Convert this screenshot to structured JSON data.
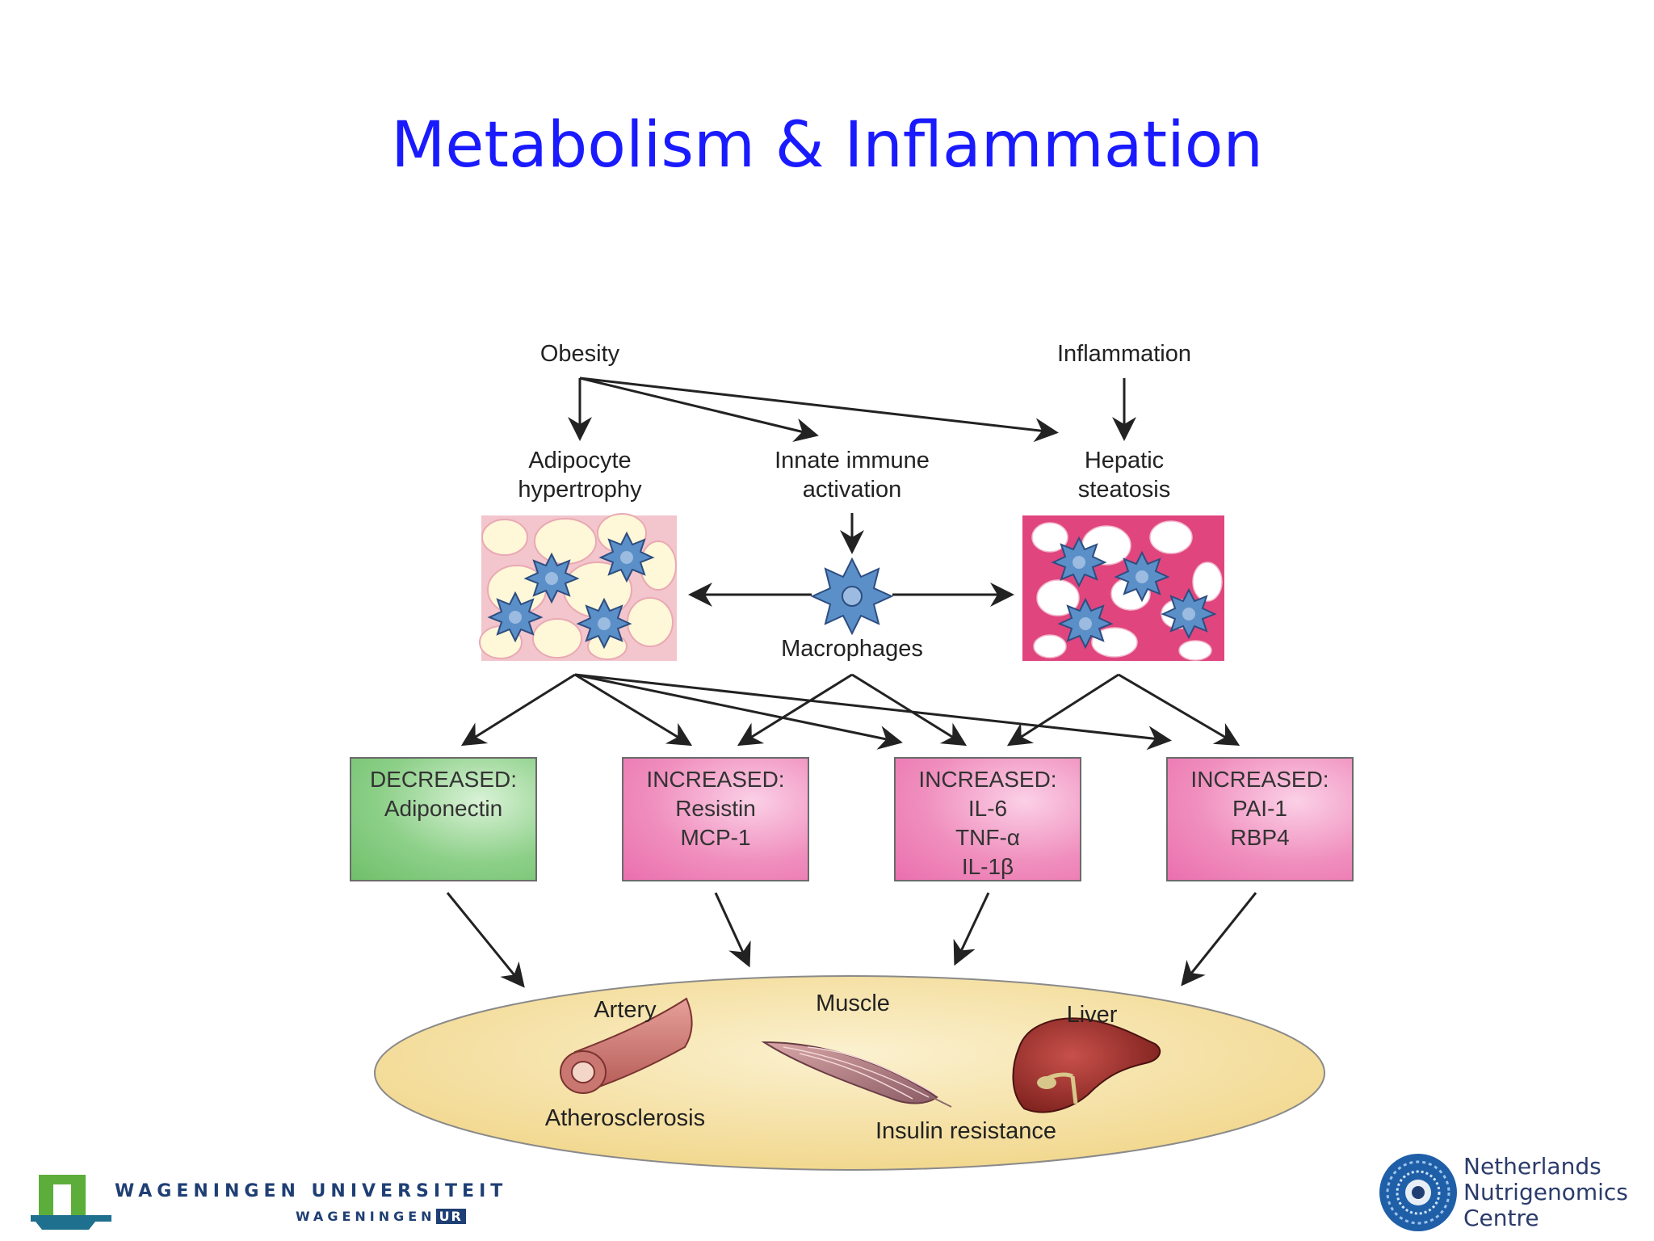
{
  "slide": {
    "title": "Metabolism & Inflammation"
  },
  "diagram": {
    "top_causes": {
      "obesity": "Obesity",
      "inflammation": "Inflammation"
    },
    "middle": {
      "adipocyte": [
        "Adipocyte",
        "hypertrophy"
      ],
      "innate": [
        "Innate immune",
        "activation"
      ],
      "hepatic": [
        "Hepatic",
        "steatosis"
      ],
      "macrophages": "Macrophages"
    },
    "boxes": [
      {
        "lines": [
          "DECREASED:",
          "Adiponectin"
        ],
        "color": "#7cc878"
      },
      {
        "lines": [
          "INCREASED:",
          "Resistin",
          "MCP-1"
        ],
        "color": "#ee85b8"
      },
      {
        "lines": [
          "INCREASED:",
          "IL-6",
          "TNF-α",
          "IL-1β"
        ],
        "color": "#ee85b8"
      },
      {
        "lines": [
          "INCREASED:",
          "PAI-1",
          "RBP4"
        ],
        "color": "#ee85b8"
      }
    ],
    "organs": {
      "artery": "Artery",
      "muscle": "Muscle",
      "liver": "Liver",
      "atherosclerosis": "Atherosclerosis",
      "insulin_resistance": "Insulin resistance"
    }
  },
  "logos": {
    "wageningen_line1": "WAGENINGEN UNIVERSITEIT",
    "wageningen_line2": "WAGENINGEN",
    "wageningen_ur": "UR",
    "nnc_lines": [
      "Netherlands",
      "Nutrigenomics",
      "Centre"
    ]
  },
  "colors": {
    "title": "#1a1aff",
    "ellipse": "#f7e2a8",
    "pink_tissue": "#e0457e",
    "adipose_tissue": "#f3c5cc",
    "macrophage": "#5b8fc8"
  }
}
